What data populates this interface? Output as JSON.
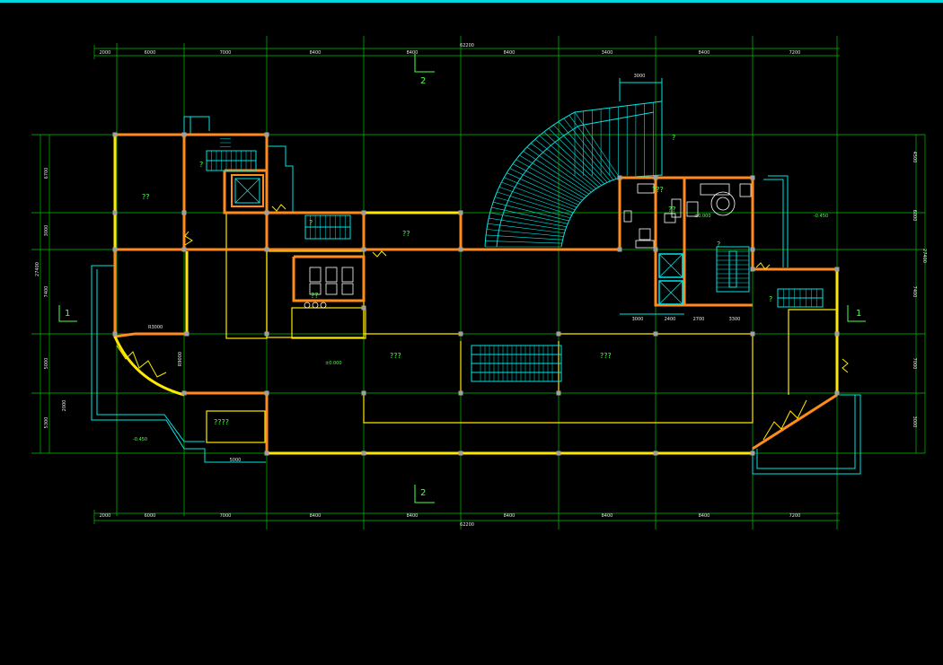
{
  "drawing": {
    "colors": {
      "axis": "#00c800",
      "dim": "#00c000",
      "wall": "#ff8c1a",
      "yellow": "#ffe800",
      "cyan": "#00e5e5",
      "white": "#ffffff",
      "label": "#4cff4c",
      "column": "#a0a0a0"
    },
    "top_dims": {
      "total": "62200",
      "segments": [
        "2000",
        "6000",
        "7000",
        "8400",
        "8400",
        "8400",
        "3400",
        "8400",
        "7200"
      ]
    },
    "bottom_dims": {
      "total": "62200",
      "segments": [
        "2000",
        "6000",
        "7000",
        "8400",
        "8400",
        "8400",
        "8400",
        "8400",
        "7200"
      ]
    },
    "left_dims": {
      "total": "27400",
      "segments": [
        "6700",
        "3000",
        "7400",
        "5000",
        "5300"
      ]
    },
    "right_dims": {
      "total": "27400",
      "segments": [
        "4500",
        "6000",
        "7400",
        "7000",
        "3000"
      ]
    },
    "section_marks": {
      "top": "2",
      "bottom": "2",
      "left": "1",
      "right": "1"
    },
    "rooms": [
      {
        "id": "room-nw",
        "text": "??"
      },
      {
        "id": "room-center-north",
        "text": "??"
      },
      {
        "id": "room-hall-west",
        "text": "???"
      },
      {
        "id": "room-hall-east",
        "text": "???"
      },
      {
        "id": "room-sw",
        "text": "????"
      },
      {
        "id": "room-stair-w",
        "text": "?"
      },
      {
        "id": "room-wc-a",
        "text": "?"
      },
      {
        "id": "room-wc-b",
        "text": "??"
      },
      {
        "id": "room-ramp",
        "text": "?"
      },
      {
        "id": "room-kitchen-a",
        "text": "???"
      },
      {
        "id": "room-kitchen-b",
        "text": "??"
      },
      {
        "id": "room-stair-e",
        "text": "?"
      },
      {
        "id": "room-east",
        "text": "?"
      }
    ],
    "small_dims": {
      "ramp_top": "3000",
      "east_bottom_a": "3000",
      "east_bottom_b": "2400",
      "east_bottom_c": "2700",
      "east_bottom_d": "3300",
      "sw_bottom": "5000",
      "sw_left": "2000",
      "west_curve_a": "R3000",
      "west_curve_b": "R9000"
    },
    "levels": {
      "hall": "±0.000",
      "kitchen": "±0.000",
      "outside_sw": "-0.450",
      "outside_e": "-0.450"
    }
  }
}
